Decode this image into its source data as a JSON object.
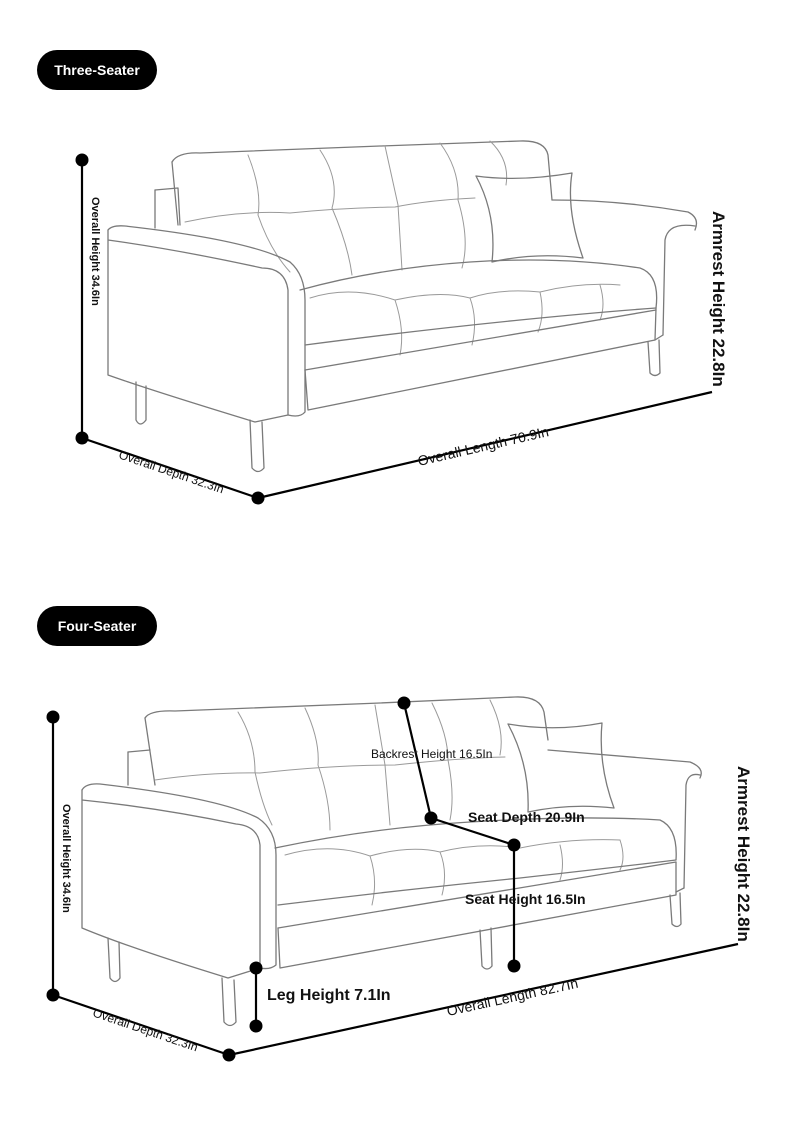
{
  "sections": {
    "three_seater": {
      "title": "Three-Seater",
      "overall_height": "Overall Height 34.6In",
      "armrest_height": "Armrest Height 22.8In",
      "overall_depth": "Overall Depth 32.3In",
      "overall_length": "Overall Length 70.9In"
    },
    "four_seater": {
      "title": "Four-Seater",
      "overall_height": "Overall Height 34.6In",
      "armrest_height": "Armrest Height 22.8In",
      "overall_depth": "Overall Depth 32.3In",
      "overall_length": "Overall Length 82.7In",
      "backrest_height": "Backrest Height 16.5In",
      "seat_depth": "Seat Depth 20.9In",
      "seat_height": "Seat Height 16.5In",
      "leg_height": "Leg Height 7.1In"
    }
  },
  "colors": {
    "line": "#000000",
    "sofa_stroke": "#7a7a7a",
    "pill_bg": "#000000",
    "pill_text": "#ffffff"
  }
}
